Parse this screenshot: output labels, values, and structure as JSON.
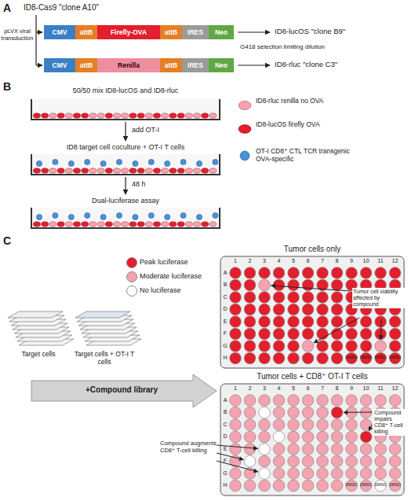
{
  "diagram": {
    "nodes": [
      {
        "text": [
          "CMV"
        ]
      },
      {
        "text": [
          "attB"
        ]
      },
      {
        "text": [
          "Firefly-OVA"
        ]
      },
      {
        "text": [
          "attB"
        ]
      },
      {
        "text": [
          "IRES"
        ]
      },
      {
        "text": [
          "Neo"
        ]
      },
      {
        "text": [
          "CMV"
        ]
      },
      {
        "text": [
          "attB"
        ]
      },
      {
        "text": [
          "Renilla"
        ]
      },
      {
        "text": [
          "attB"
        ]
      },
      {
        "text": [
          "IRES"
        ]
      },
      {
        "text": [
          "Neo"
        ]
      }
    ],
    "labels": [
      "A",
      "ID8-Cas9 \"clone A10\"",
      "pLVX viral transduction",
      "G418 selection limiting dilution",
      "ID8-lucOS \"clone B9\"",
      "ID8-rluc \"clone C3\"",
      "B",
      "50/50 mix ID8-lucOS and ID8-rluc",
      "add OT-I",
      "ID8 target cell coculture + OT-I T cells",
      "48 h",
      "Dual-luciferase assay",
      "C",
      "Tumor cells only",
      "Tumor cells + CD8⁺ OT-I T cells",
      "Target cells",
      "Target cells + OT-I T cells",
      "+Compound library",
      "Tumor cell viability affected by compound",
      "Compound impairs CD8⁺ T-cell killing",
      "Compound augments CD8⁺ T-cell killing",
      "1",
      "2",
      "3",
      "4",
      "5",
      "6",
      "7",
      "8",
      "9",
      "10",
      "11",
      "12",
      "A",
      "B",
      "C",
      "D",
      "E",
      "F",
      "G",
      "H",
      "DMSO",
      "DMSO",
      "DMSO",
      "DMSO",
      "1",
      "2",
      "3",
      "4",
      "5",
      "6",
      "7",
      "8",
      "9",
      "10",
      "11",
      "12",
      "A",
      "B",
      "C",
      "D",
      "E",
      "F",
      "G",
      "H",
      "DMSO",
      "DMSO",
      "DMSO",
      "DMSO"
    ],
    "legend": [
      {
        "text": "ID8-rluc renilla no OVA"
      },
      {
        "text": "ID8-lucOS firefly OVA"
      },
      {
        "text": "OT-I CD8⁺ CTL TCR transgenic OVA-specific"
      },
      {
        "text": "Peak luciferase",
        "color": "#e31e2d"
      },
      {
        "text": "Moderate luciferase",
        "color": "#f5a3b0"
      },
      {
        "text": "No luciferase",
        "color": "#ffffff"
      }
    ]
  }
}
